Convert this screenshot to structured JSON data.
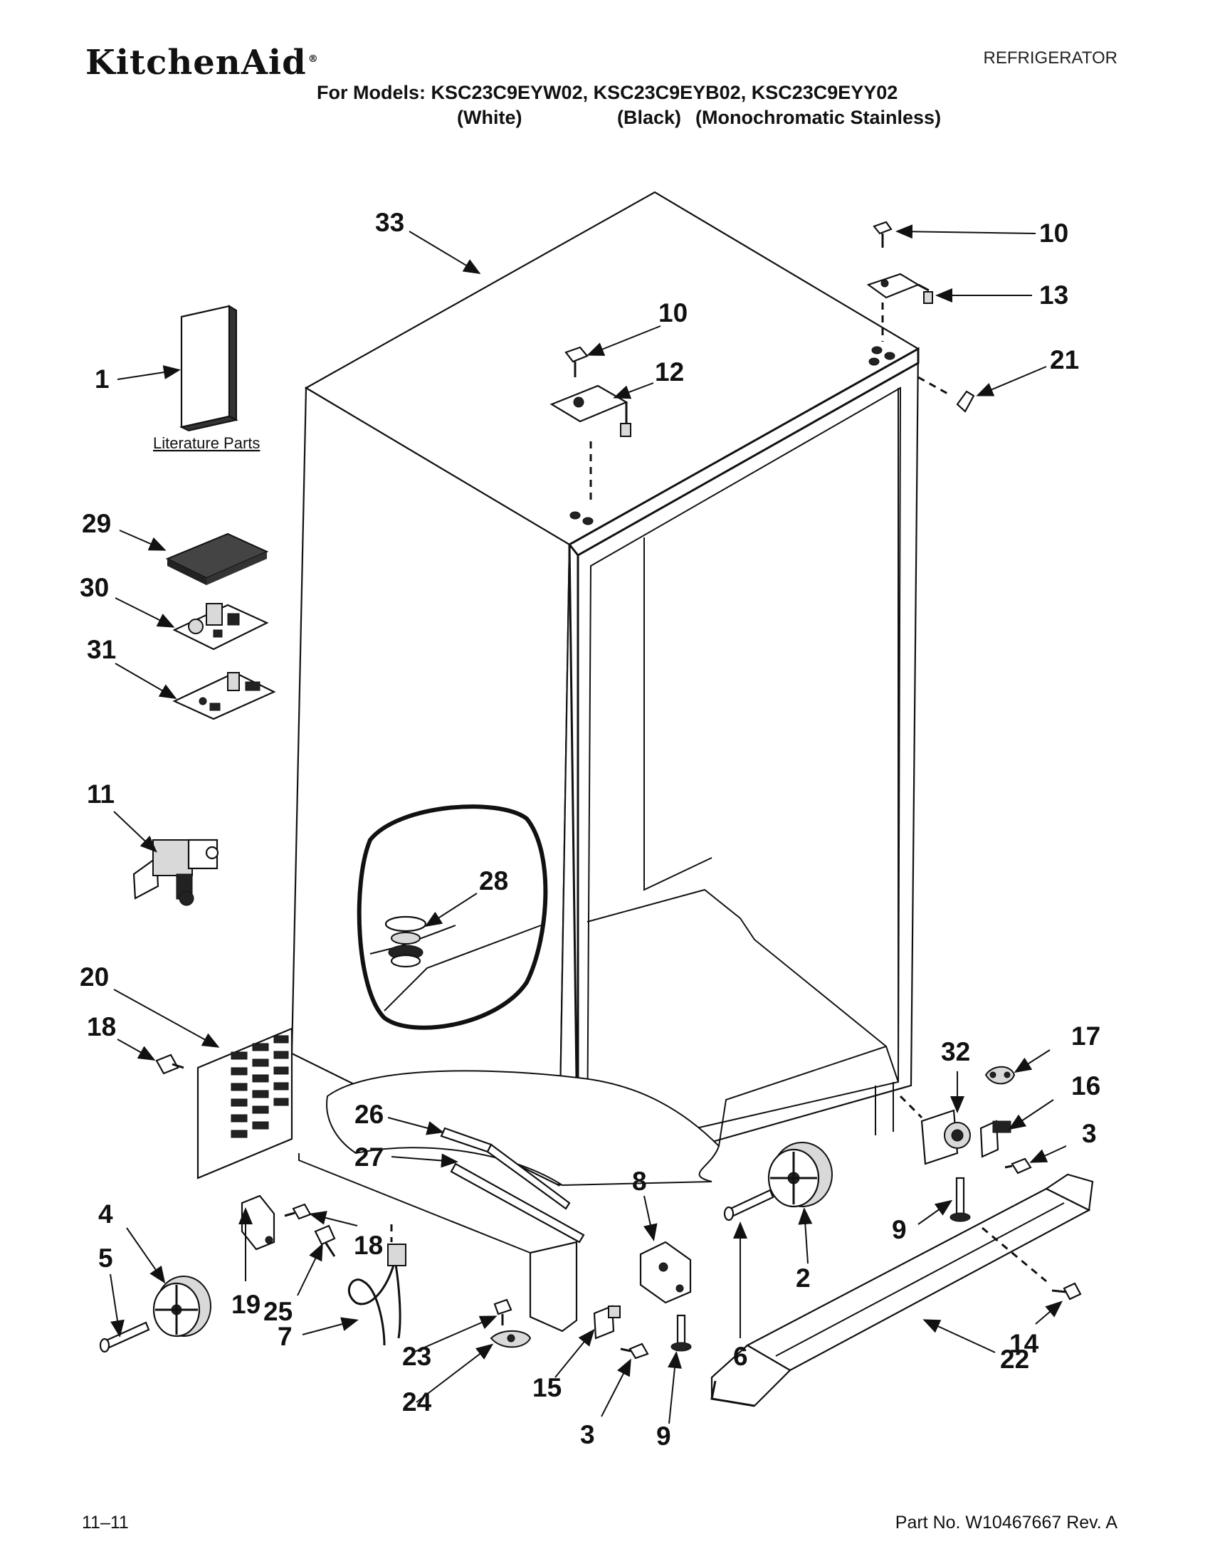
{
  "header": {
    "brand": "KitchenAid",
    "brand_mark": "®",
    "category": "REFRIGERATOR",
    "models_line": "For Models: KSC23C9EYW02, KSC23C9EYB02, KSC23C9EYY02",
    "variants": [
      "(White)",
      "(Black)",
      "(Monochromatic Stainless)"
    ]
  },
  "diagram": {
    "literature_label": "Literature Parts",
    "callouts": [
      "33",
      "10",
      "13",
      "21",
      "10",
      "12",
      "1",
      "29",
      "30",
      "31",
      "11",
      "28",
      "20",
      "18",
      "32",
      "17",
      "16",
      "3",
      "26",
      "27",
      "8",
      "4",
      "5",
      "19",
      "18",
      "25",
      "7",
      "23",
      "24",
      "15",
      "3",
      "9",
      "6",
      "2",
      "9",
      "14",
      "22"
    ]
  },
  "footer": {
    "date_code": "11–11",
    "part_number": "Part No. W10467667 Rev. A"
  }
}
